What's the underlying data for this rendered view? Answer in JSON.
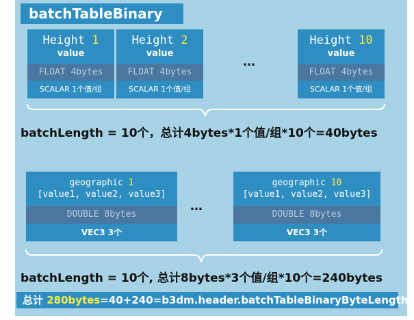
{
  "title": "batchTableBinary",
  "section1": {
    "cards": [
      {
        "label": "Height ",
        "num": "1",
        "sub": "value",
        "type": "FLOAT 4bytes",
        "comp": "SCALAR 1个值/组"
      },
      {
        "label": "Height ",
        "num": "2",
        "sub": "value",
        "type": "FLOAT 4bytes",
        "comp": "SCALAR 1个值/组"
      },
      {
        "label": "Height ",
        "num": "10",
        "sub": "value",
        "type": "FLOAT 4bytes",
        "comp": "SCALAR 1个值/组"
      }
    ],
    "ellipsis": "…",
    "summary": "batchLength = 10个，总计4bytes*1个值/组*10个=40bytes"
  },
  "section2": {
    "cards": [
      {
        "label": "geographic ",
        "num": "1",
        "sub": "[value1, value2, value3]",
        "type": "DOUBLE 8bytes",
        "comp": "VEC3 3个"
      },
      {
        "label": "geographic ",
        "num": "10",
        "sub": "[value1, value2, value3]",
        "type": "DOUBLE 8bytes",
        "comp": "VEC3 3个"
      }
    ],
    "ellipsis": "…",
    "summary": "batchLength = 10个, 总计8bytes*3个值/组*10个=240bytes"
  },
  "footer": {
    "prefix": "总计 ",
    "highlight": "280bytes",
    "rest": "=40+240=b3dm.header.batchTableBinaryByteLength"
  },
  "colors": {
    "panel": "#a8d3e6",
    "block": "#2e8ec1",
    "type_band": "#4a76a0",
    "highlight": "#f5ec43"
  }
}
